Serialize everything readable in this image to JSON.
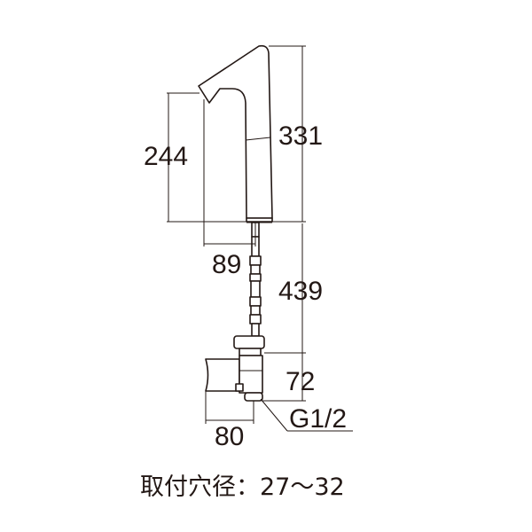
{
  "dimensions": {
    "spout_height": "244",
    "total_height": "331",
    "spout_reach": "89",
    "hose_length": "439",
    "valve_height": "72",
    "valve_width": "80",
    "connection_thread": "G1/2"
  },
  "caption": {
    "text": "取付穴径：27～32"
  },
  "colors": {
    "line": "#231815",
    "background": "#ffffff"
  }
}
